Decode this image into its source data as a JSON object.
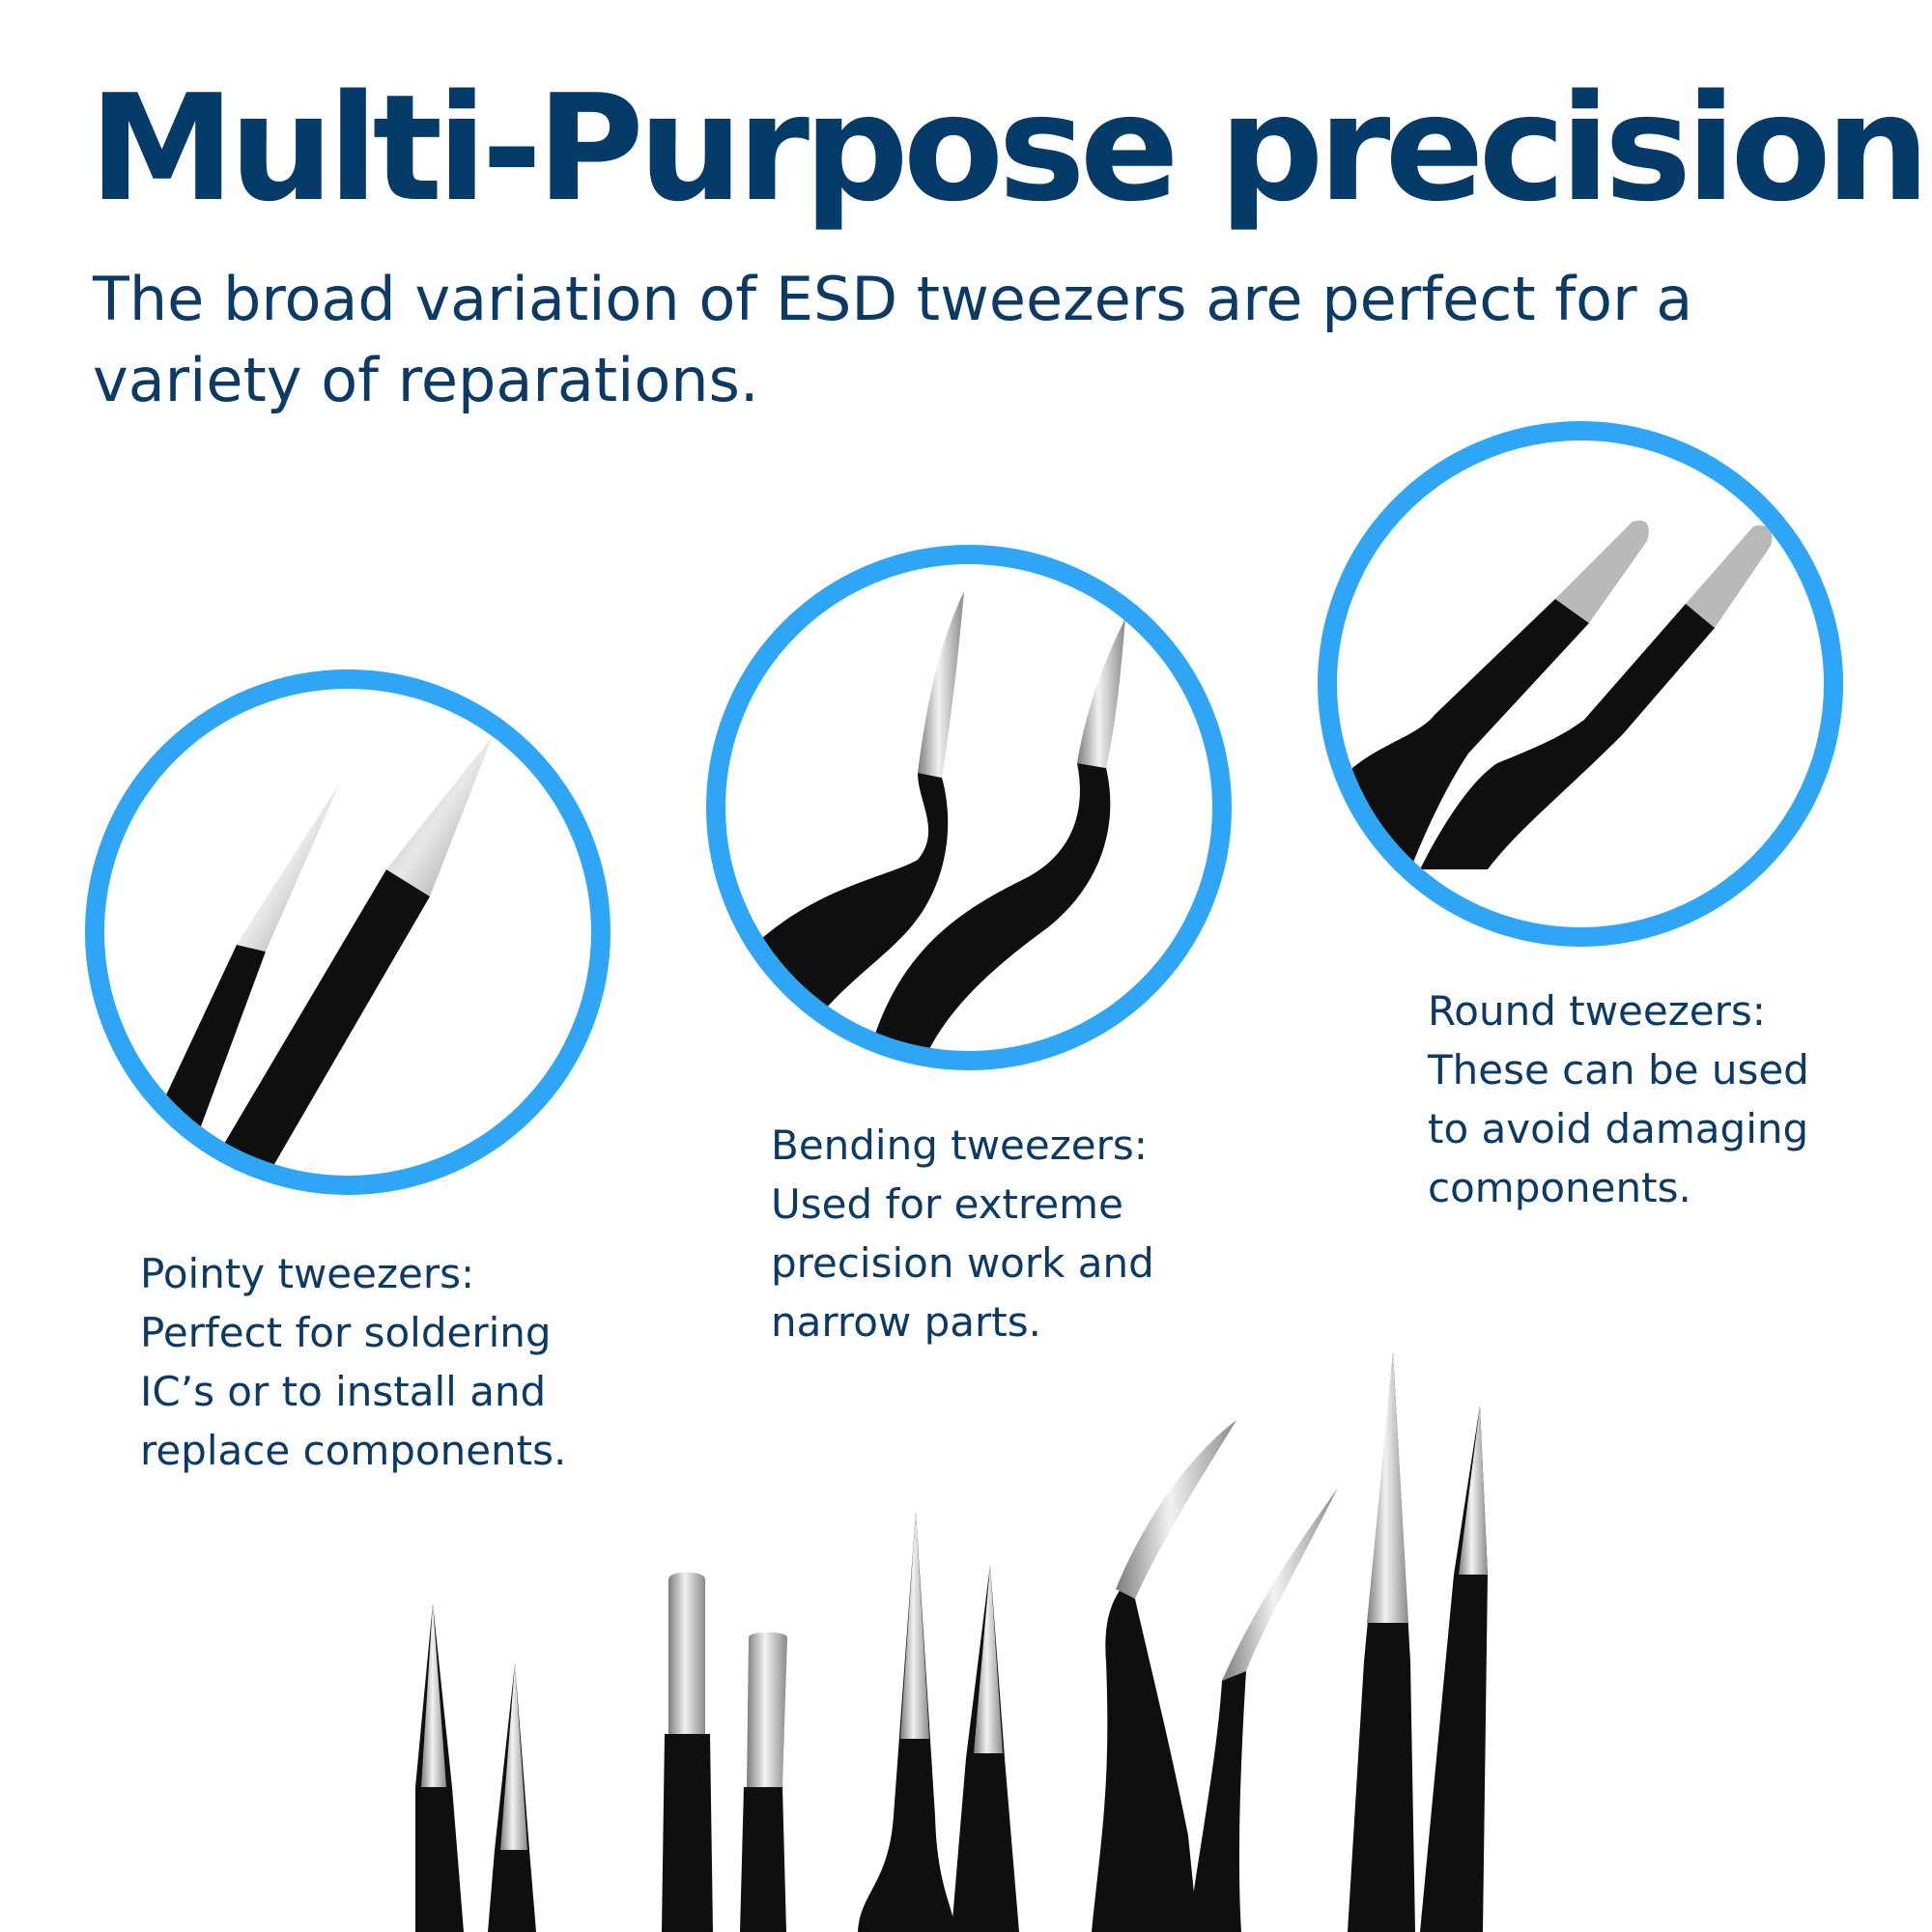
{
  "header": {
    "title": "Multi-Purpose precision",
    "subtitle": "The broad variation of ESD tweezers are perfect for a variety of reparations."
  },
  "tweezer_types": [
    {
      "name": "Pointy tweezers:",
      "lines": [
        "Perfect for soldering",
        "IC’s or to install and",
        "replace components."
      ]
    },
    {
      "name": "Bending tweezers:",
      "lines": [
        "Used for extreme",
        "precision work and",
        "narrow parts."
      ]
    },
    {
      "name": "Round tweezers:",
      "lines": [
        "These can be used",
        "to avoid damaging",
        "components."
      ]
    }
  ],
  "colors": {
    "heading": "#053b68",
    "text": "#0c3a66",
    "circle_ring": "#2ea6f5",
    "tweezer_body": "#0f0f0f",
    "tweezer_tip": "#b9b9b9"
  },
  "icons": [
    "pointy-tweezers-icon",
    "bending-tweezers-icon",
    "round-tweezers-icon"
  ]
}
